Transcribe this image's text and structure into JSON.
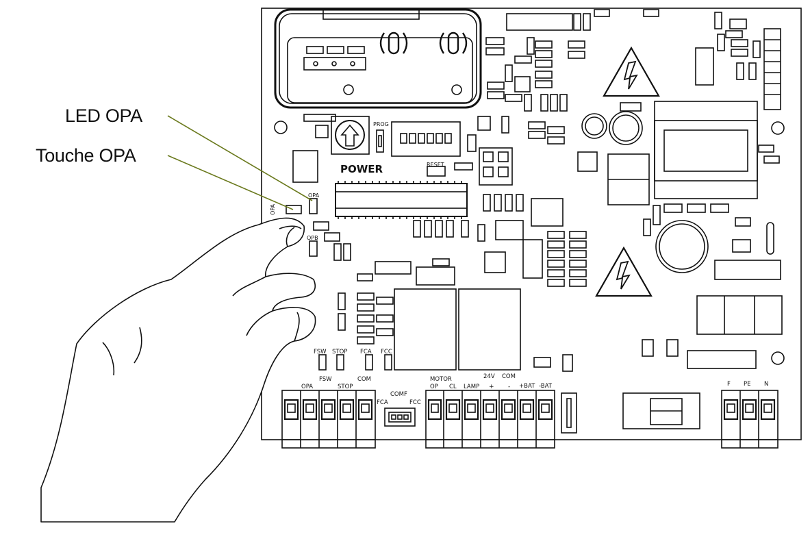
{
  "callouts": {
    "led_label": "LED OPA",
    "button_label": "Touche OPA"
  },
  "board": {
    "power": "POWER",
    "prog": "PROG",
    "reset": "RESET",
    "opa_led": "OPA",
    "opa_button": "OPA",
    "opb": "OPB",
    "led_row": {
      "fsw": "FSW",
      "stop": "STOP",
      "fca": "FCA",
      "fcc": "FCC"
    },
    "terminals": {
      "opa": "OPA",
      "fsw": "FSW",
      "stop": "STOP",
      "com": "COM",
      "comf": "COMF",
      "fca": "FCA",
      "fcc": "FCC",
      "motor": "MOTOR",
      "op": "OP",
      "cl": "CL",
      "lamp": "LAMP",
      "v24": "24V",
      "com2": "COM",
      "plus": "+",
      "minus": "-",
      "plus_bat": "+BAT",
      "minus_bat": "-BAT",
      "f": "F",
      "pe": "PE",
      "n": "N"
    }
  },
  "colors": {
    "leader_line": "#6b7a1e",
    "ink": "#111111"
  }
}
